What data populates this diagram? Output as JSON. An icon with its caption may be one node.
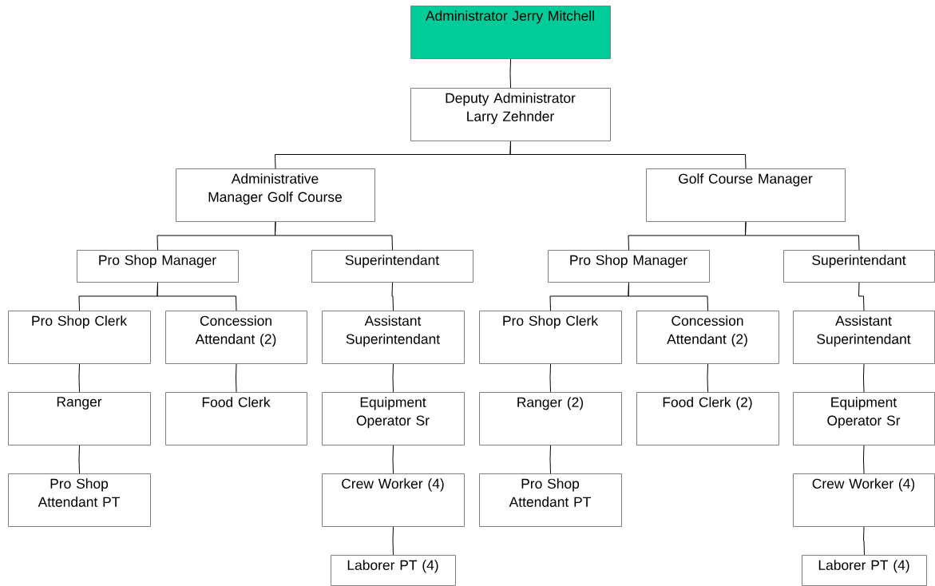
{
  "diagram": {
    "nodes": [
      {
        "text": [
          "Administrator Jerry Mitchell"
        ]
      },
      {
        "text": [
          "Deputy Administrator Larry Zehnder"
        ]
      },
      {
        "text": [
          "Administrative Manager Golf Course"
        ]
      },
      {
        "text": [
          "Golf Course Manager"
        ]
      },
      {
        "text": [
          "Pro Shop Manager"
        ]
      },
      {
        "text": [
          "Superintendant"
        ]
      },
      {
        "text": [
          "Pro Shop Manager"
        ]
      },
      {
        "text": [
          "Superintendant"
        ]
      },
      {
        "text": [
          "Pro Shop Clerk"
        ]
      },
      {
        "text": [
          "Concession Attendant (2)"
        ]
      },
      {
        "text": [
          "Assistant Superintendant"
        ]
      },
      {
        "text": [
          "Pro Shop Clerk"
        ]
      },
      {
        "text": [
          "Concession Attendant (2)"
        ]
      },
      {
        "text": [
          "Assistant Superintendant"
        ]
      },
      {
        "text": [
          "Ranger"
        ]
      },
      {
        "text": [
          "Food Clerk"
        ]
      },
      {
        "text": [
          "Equipment Operator Sr"
        ]
      },
      {
        "text": [
          "Ranger (2)"
        ]
      },
      {
        "text": [
          "Food Clerk (2)"
        ]
      },
      {
        "text": [
          "Equipment Operator Sr"
        ]
      },
      {
        "text": [
          "Pro Shop Attendant PT"
        ]
      },
      {
        "text": [
          "Crew Worker (4)"
        ]
      },
      {
        "text": [
          "Pro Shop Attendant PT"
        ]
      },
      {
        "text": [
          "Crew Worker (4)"
        ]
      },
      {
        "text": [
          "Laborer PT (4)"
        ]
      },
      {
        "text": [
          "Laborer PT (4)"
        ]
      }
    ],
    "edges": [
      {
        "from": 0,
        "to": 1,
        "arrow": "none"
      },
      {
        "from": 1,
        "to": 2,
        "arrow": "none"
      },
      {
        "from": 1,
        "to": 3,
        "arrow": "none"
      },
      {
        "from": 2,
        "to": 4,
        "arrow": "none"
      },
      {
        "from": 2,
        "to": 5,
        "arrow": "none"
      },
      {
        "from": 3,
        "to": 6,
        "arrow": "none"
      },
      {
        "from": 3,
        "to": 7,
        "arrow": "none"
      },
      {
        "from": 4,
        "to": 8,
        "arrow": "none"
      },
      {
        "from": 4,
        "to": 9,
        "arrow": "none"
      },
      {
        "from": 5,
        "to": 10,
        "arrow": "none"
      },
      {
        "from": 6,
        "to": 11,
        "arrow": "none"
      },
      {
        "from": 6,
        "to": 12,
        "arrow": "none"
      },
      {
        "from": 7,
        "to": 13,
        "arrow": "none"
      },
      {
        "from": 8,
        "to": 14,
        "arrow": "none"
      },
      {
        "from": 9,
        "to": 15,
        "arrow": "none"
      },
      {
        "from": 10,
        "to": 16,
        "arrow": "none"
      },
      {
        "from": 11,
        "to": 17,
        "arrow": "none"
      },
      {
        "from": 12,
        "to": 18,
        "arrow": "none"
      },
      {
        "from": 13,
        "to": 19,
        "arrow": "none"
      },
      {
        "from": 14,
        "to": 20,
        "arrow": "none"
      },
      {
        "from": 16,
        "to": 21,
        "arrow": "none"
      },
      {
        "from": 17,
        "to": 22,
        "arrow": "none"
      },
      {
        "from": 19,
        "to": 23,
        "arrow": "none"
      },
      {
        "from": 21,
        "to": 24,
        "arrow": "none"
      },
      {
        "from": 23,
        "to": 25,
        "arrow": "none"
      }
    ]
  }
}
